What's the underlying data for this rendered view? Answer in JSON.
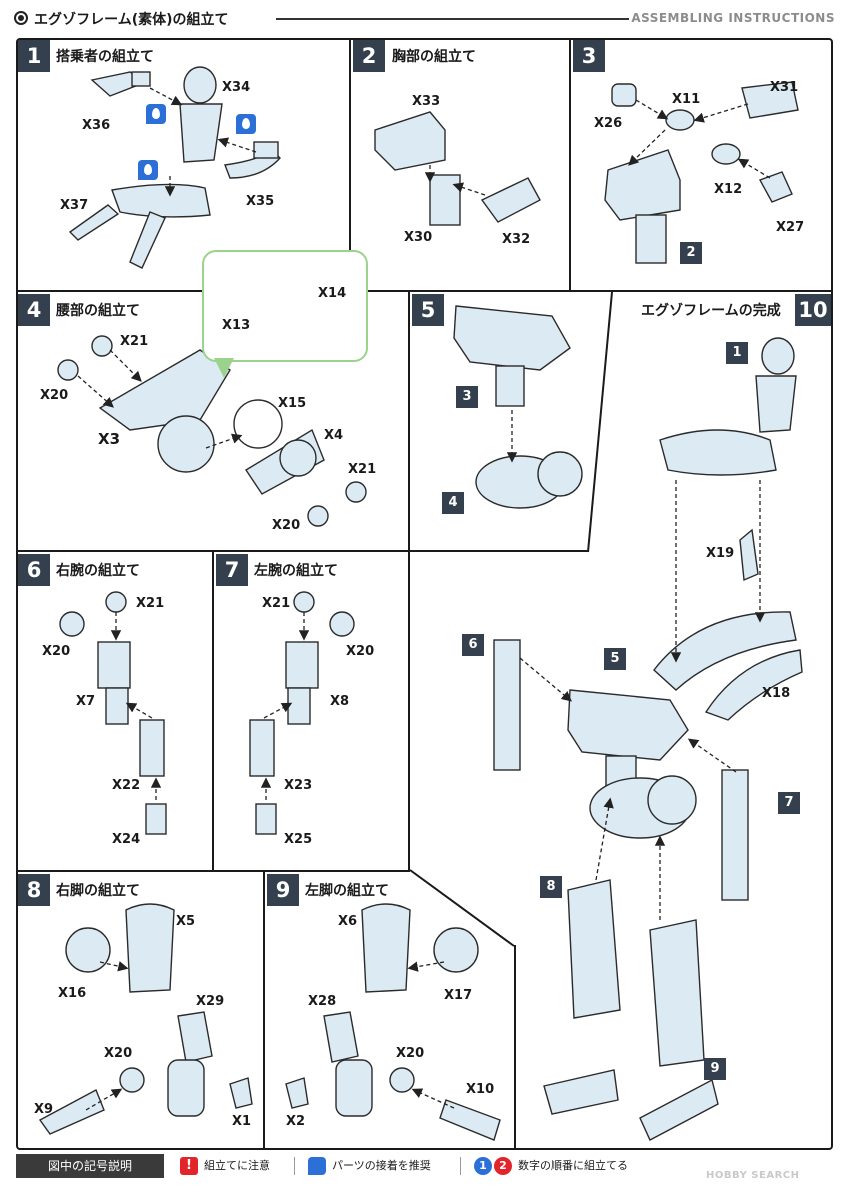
{
  "header": {
    "title": "エグゾフレーム(素体)の組立て",
    "english": "ASSEMBLING INSTRUCTIONS"
  },
  "steps": [
    {
      "number": "1",
      "title": "搭乗者の組立て"
    },
    {
      "number": "2",
      "title": "胸部の組立て"
    },
    {
      "number": "3",
      "title": ""
    },
    {
      "number": "4",
      "title": "腰部の組立て"
    },
    {
      "number": "5",
      "title": ""
    },
    {
      "number": "10",
      "title": "エグゾフレームの完成"
    },
    {
      "number": "6",
      "title": "右腕の組立て"
    },
    {
      "number": "7",
      "title": "左腕の組立て"
    },
    {
      "number": "8",
      "title": "右脚の組立て"
    },
    {
      "number": "9",
      "title": "左脚の組立て"
    }
  ],
  "parts": {
    "s1": [
      "X34",
      "X36",
      "X37",
      "X35"
    ],
    "s2": [
      "X33",
      "X30",
      "X32"
    ],
    "s3": [
      "X11",
      "X31",
      "X26",
      "X12",
      "X27"
    ],
    "s4": [
      "X21",
      "X20",
      "X3",
      "X15",
      "X4",
      "X21",
      "X20"
    ],
    "zoom": [
      "X14",
      "X13"
    ],
    "s6": [
      "X21",
      "X20",
      "X7",
      "X22",
      "X24"
    ],
    "s7": [
      "X21",
      "X20",
      "X8",
      "X23",
      "X25"
    ],
    "s8": [
      "X5",
      "X16",
      "X29",
      "X20",
      "X9",
      "X1"
    ],
    "s9": [
      "X6",
      "X17",
      "X28",
      "X20",
      "X2",
      "X10"
    ],
    "s10": [
      "X19",
      "X18"
    ]
  },
  "badges": {
    "s3": "2",
    "s5": [
      "3",
      "4"
    ],
    "s10": [
      "1",
      "6",
      "5",
      "7",
      "8",
      "9"
    ]
  },
  "legend": {
    "heading": "図中の記号説明",
    "warning_mark": "!",
    "warning_text": "組立てに注意",
    "glue_text": "パーツの接着を推奨",
    "order_num1": "1",
    "order_num2": "2",
    "order_text": "数字の順番に組立てる"
  },
  "watermark": "HOBBY SEARCH",
  "colors": {
    "badge": "#34404d",
    "part_fill": "#dcebf3",
    "part_stroke": "#2b2b2b",
    "glue_blue": "#2c6fd6",
    "warn_red": "#e2252b",
    "zoom_green": "#9bd28c",
    "order1": "#2c6fd6",
    "order2": "#e2252b"
  }
}
